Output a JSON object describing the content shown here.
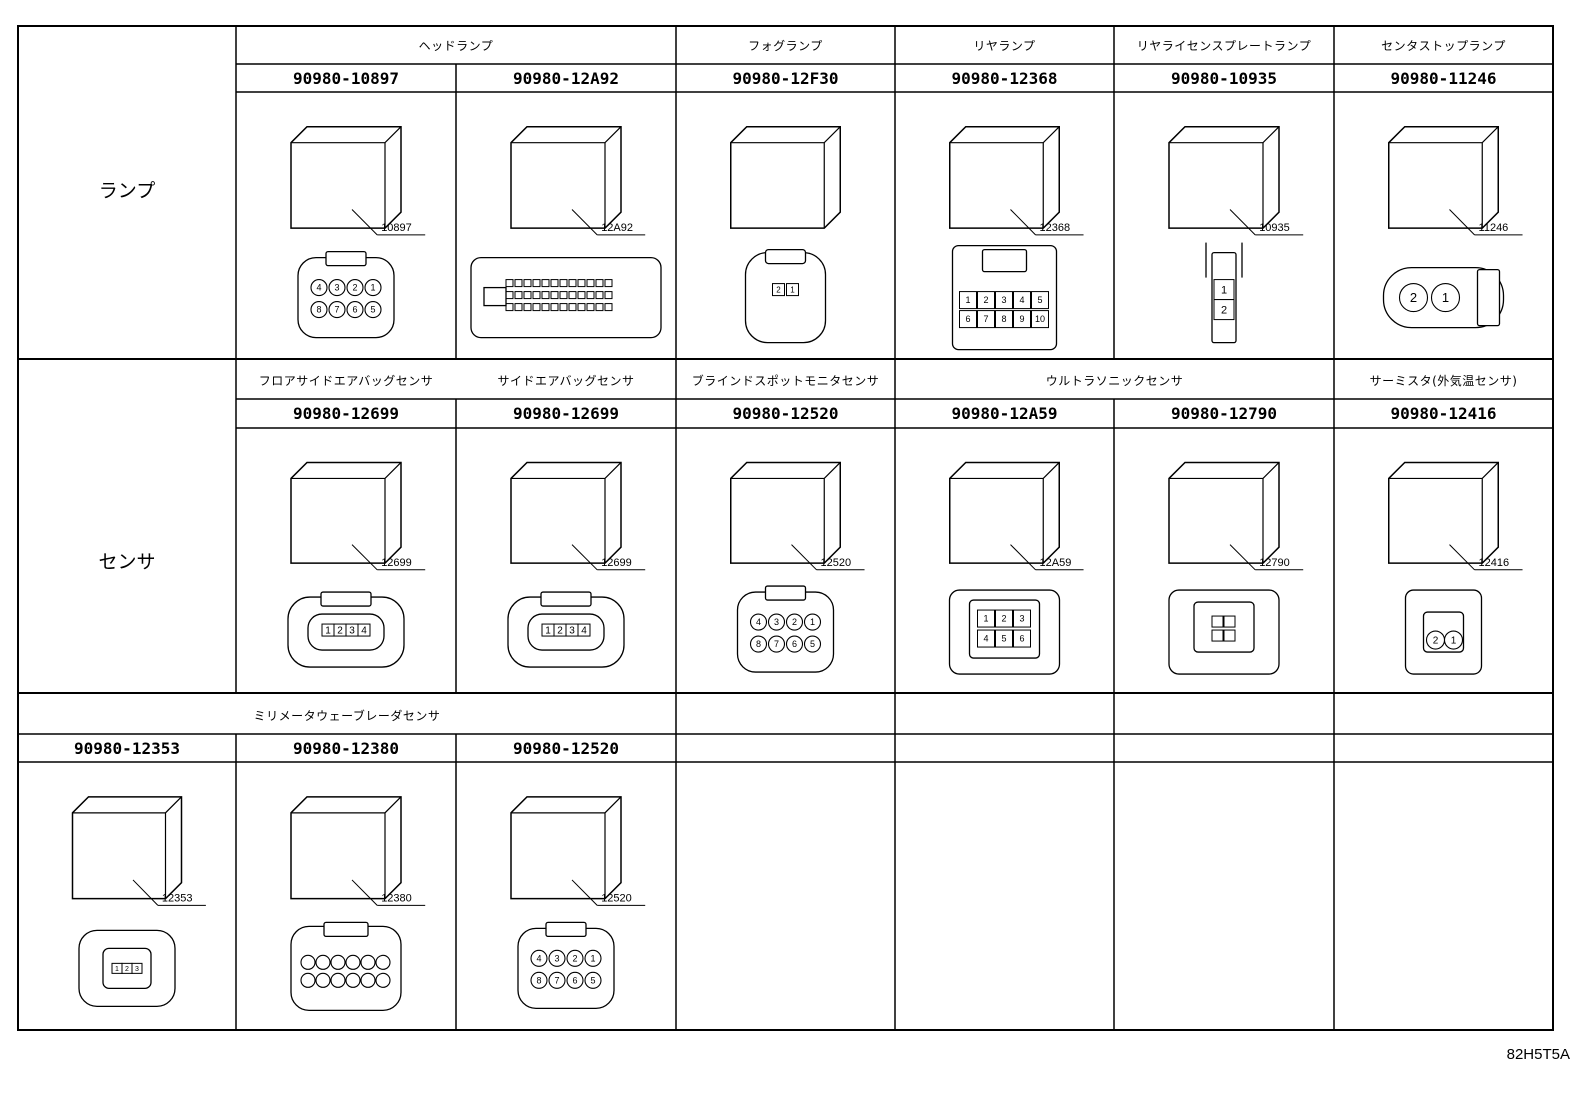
{
  "sections": [
    {
      "category": "ランプ",
      "groups": [
        "ヘッドランプ",
        "フォグランプ",
        "リヤランプ",
        "リヤライセンスプレートランプ",
        "センタストップランプ"
      ],
      "parts": [
        {
          "pn": "90980-10897",
          "tag": "10897",
          "kind": "round-multi",
          "pins": [
            "4",
            "3",
            "2",
            "1",
            "8",
            "7",
            "6",
            "5"
          ]
        },
        {
          "pn": "90980-12A92",
          "tag": "12A92",
          "kind": "large-multi",
          "pins": []
        },
        {
          "pn": "90980-12F30",
          "tag": "",
          "kind": "two-pin",
          "pins": [
            "2",
            "1"
          ]
        },
        {
          "pn": "90980-12368",
          "tag": "12368",
          "kind": "ten-pin",
          "pins": [
            "1",
            "2",
            "3",
            "4",
            "5",
            "6",
            "7",
            "8",
            "9",
            "10"
          ]
        },
        {
          "pn": "90980-10935",
          "tag": "10935",
          "kind": "vertical-two",
          "pins": [
            "1",
            "2"
          ]
        },
        {
          "pn": "90980-11246",
          "tag": "11246",
          "kind": "twin-round",
          "pins": [
            "2",
            "1"
          ]
        }
      ]
    },
    {
      "category": "センサ",
      "groups": [
        "フロアサイドエアバッグセンサ",
        "サイドエアバッグセンサ",
        "ブラインドスポットモニタセンサ",
        "ウルトラソニックセンサ",
        "サーミスタ(外気温センサ)"
      ],
      "parts": [
        {
          "pn": "90980-12699",
          "tag": "12699",
          "kind": "four-row",
          "pins": [
            "1",
            "2",
            "3",
            "4"
          ]
        },
        {
          "pn": "90980-12699",
          "tag": "12699",
          "kind": "four-row",
          "pins": [
            "1",
            "2",
            "3",
            "4"
          ]
        },
        {
          "pn": "90980-12520",
          "tag": "12520",
          "kind": "round-multi",
          "pins": [
            "4",
            "3",
            "2",
            "1",
            "8",
            "7",
            "6",
            "5"
          ]
        },
        {
          "pn": "90980-12A59",
          "tag": "12A59",
          "kind": "six-grid",
          "pins": [
            "1",
            "2",
            "3",
            "4",
            "5",
            "6"
          ]
        },
        {
          "pn": "90980-12790",
          "tag": "12790",
          "kind": "six-small",
          "pins": []
        },
        {
          "pn": "90980-12416",
          "tag": "12416",
          "kind": "two-round",
          "pins": [
            "2",
            "1"
          ]
        }
      ]
    },
    {
      "category": "",
      "groups": [
        "ミリメータウェーブレーダセンサ"
      ],
      "parts": [
        {
          "pn": "90980-12353",
          "tag": "12353",
          "kind": "three-row",
          "pins": [
            "1",
            "2",
            "3"
          ]
        },
        {
          "pn": "90980-12380",
          "tag": "12380",
          "kind": "twelve-round",
          "pins": []
        },
        {
          "pn": "90980-12520",
          "tag": "12520",
          "kind": "round-multi",
          "pins": [
            "4",
            "3",
            "2",
            "1",
            "8",
            "7",
            "6",
            "5"
          ]
        }
      ]
    }
  ],
  "drawing_code": "82H5T5A",
  "colors": {
    "ink": "#000000",
    "paper": "#ffffff"
  }
}
